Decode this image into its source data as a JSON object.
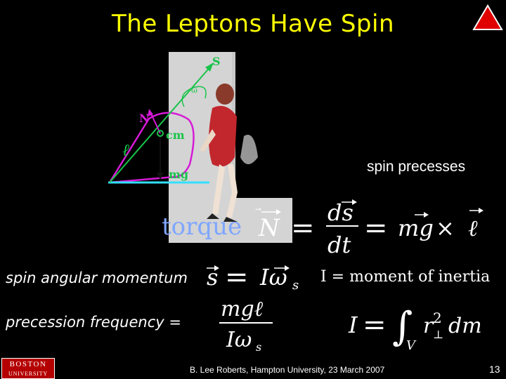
{
  "slide": {
    "title": "The Leptons Have Spin",
    "spin_precesses": "spin precesses",
    "figure_labels": {
      "s": "S",
      "omega": "ω",
      "n": "N",
      "ell": "ℓ",
      "cm": "cm",
      "mg": "mg"
    },
    "torque_word": "torque",
    "spin_angular_momentum_label": "spin angular momentum",
    "precession_frequency_label": "precession frequency  =",
    "moment_of_inertia_label": "I = moment of inertia",
    "footer": "B. Lee Roberts, Hampton University, 23 March 2007",
    "page_number": "13",
    "logo_line1": "BOSTON",
    "logo_line2": "UNIVERSITY"
  },
  "colors": {
    "title": "#ffff00",
    "torque": "#7fa6ff",
    "arrow_green": "#19c34a",
    "magenta": "#d61ad6",
    "cyan": "#33e0ff",
    "nav_triangle": "#e00000"
  },
  "icons": {
    "nav": "red-triangle-nav-icon"
  }
}
